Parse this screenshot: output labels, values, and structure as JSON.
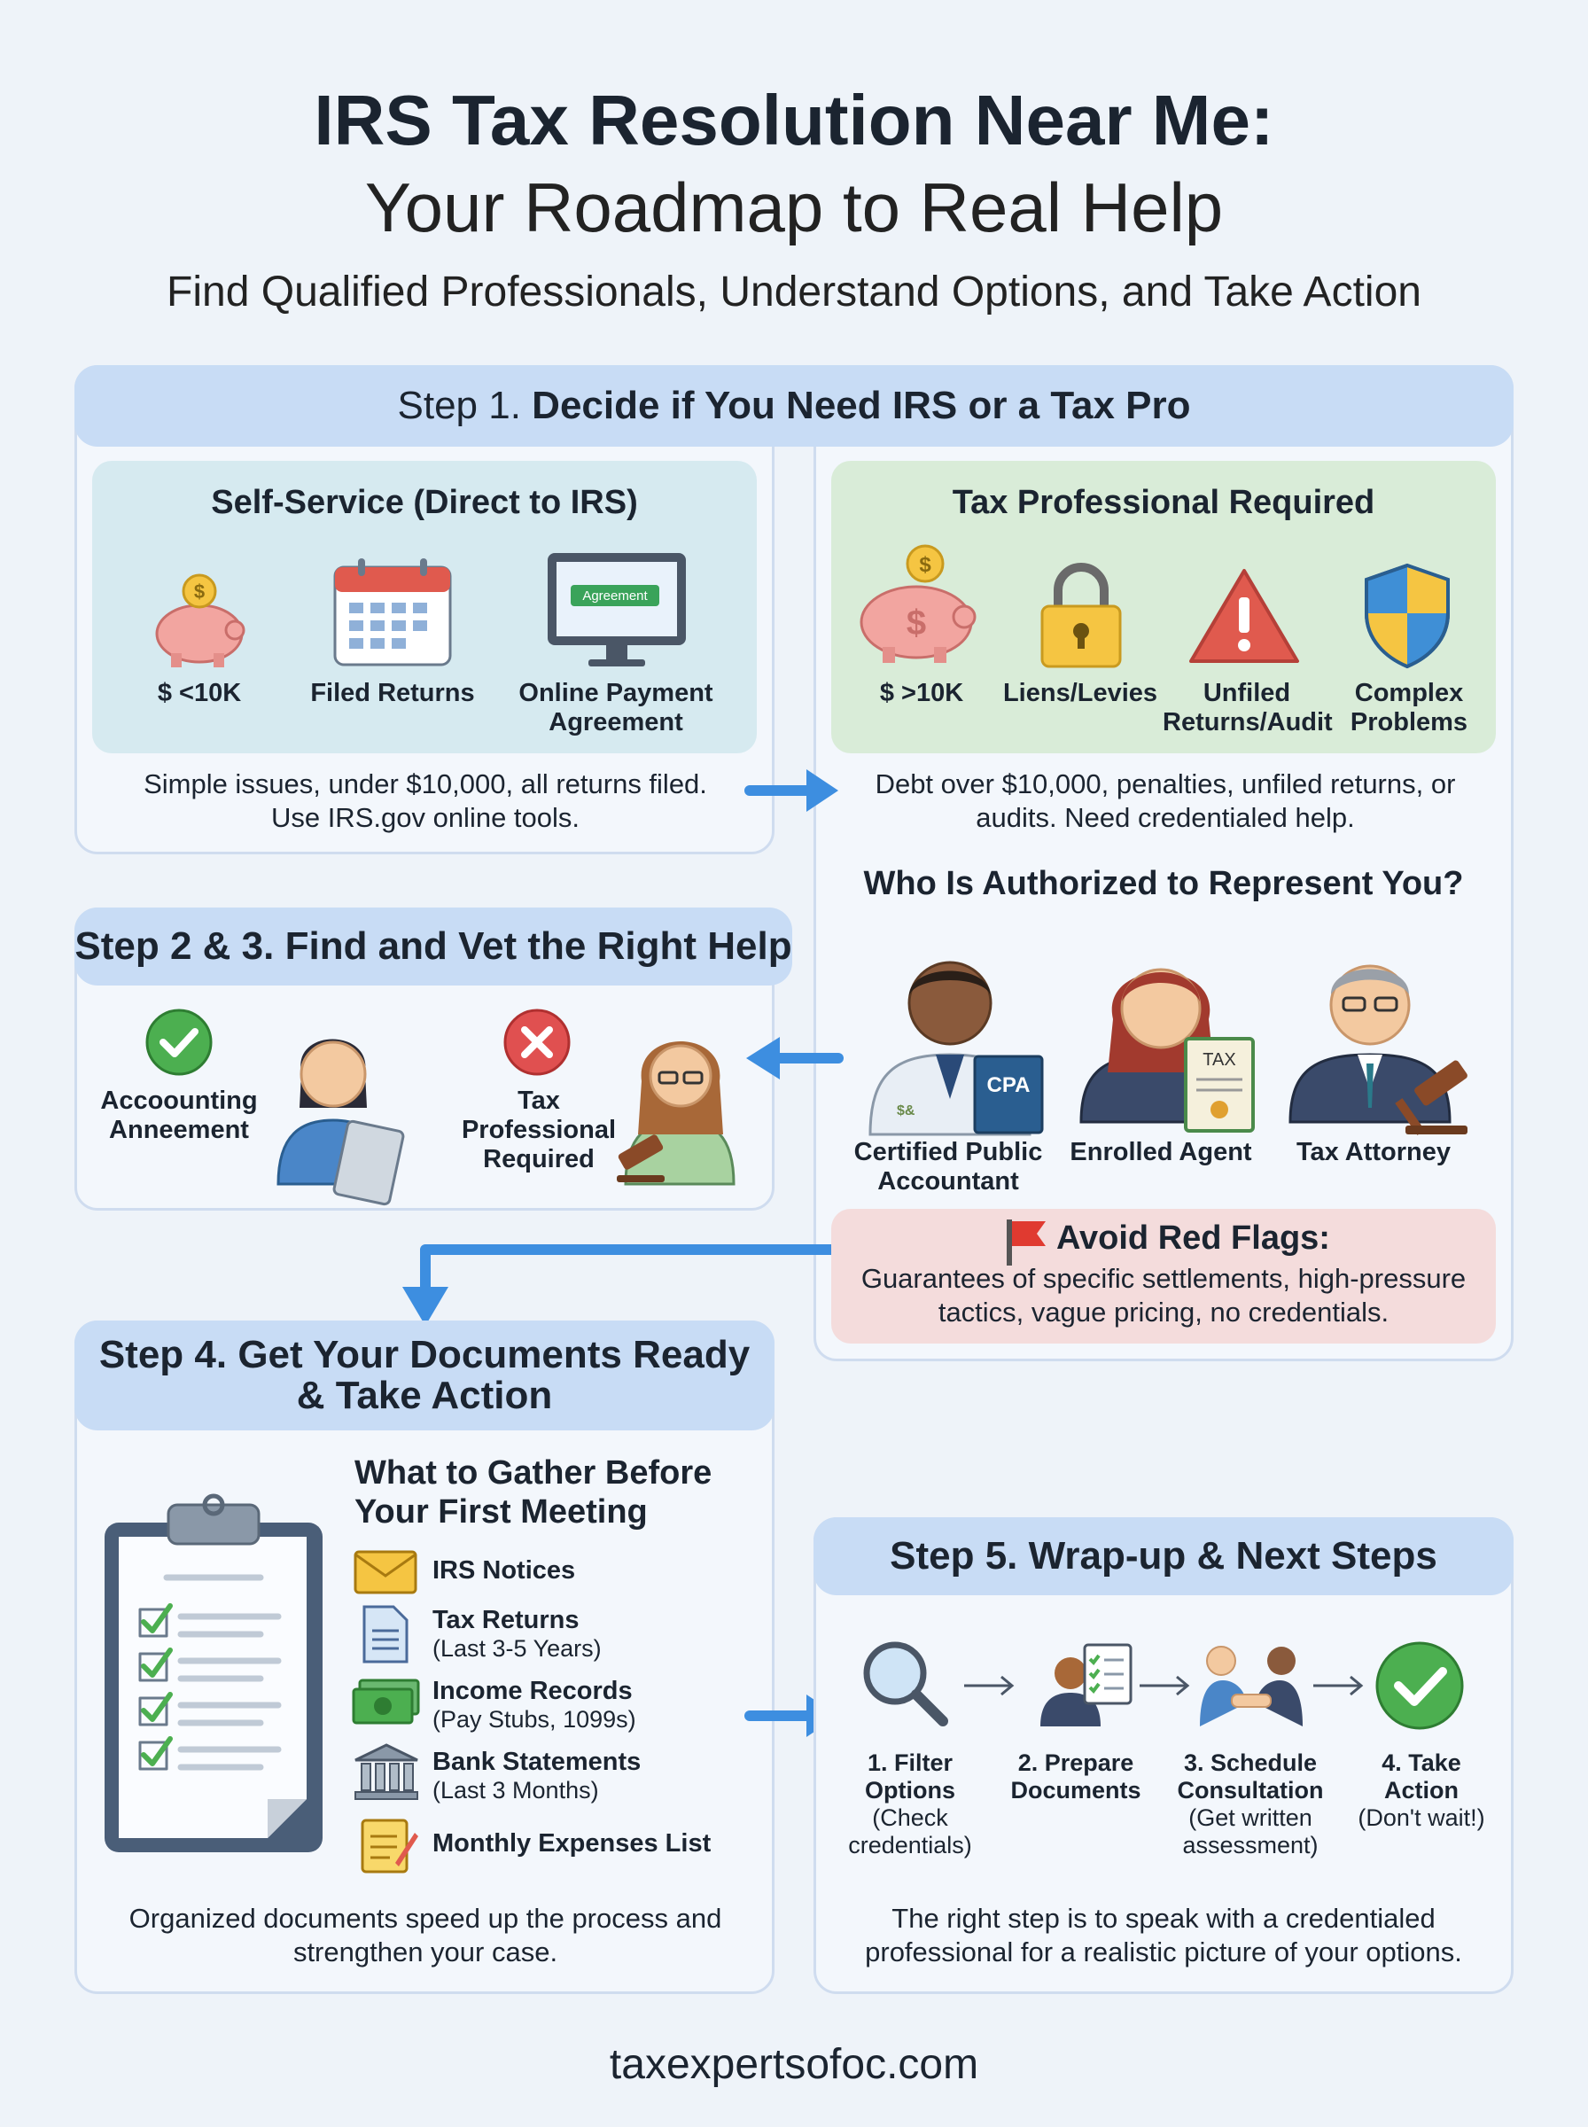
{
  "header": {
    "title": "IRS Tax Resolution Near Me:",
    "subtitle": "Your Roadmap to Real Help",
    "tagline": "Find Qualified Professionals, Understand Options, and Take Action"
  },
  "step1": {
    "prefix": "Step 1.",
    "title": "Decide if You Need IRS or a Tax Pro",
    "self_service": {
      "title": "Self-Service (Direct to IRS)",
      "items": [
        "$ <10K",
        "Filed Returns",
        "Online Payment Agreement"
      ],
      "screen_label": "Agreement",
      "description": "Simple issues, under $10,000, all returns filed. Use IRS.gov online tools."
    },
    "professional": {
      "title": "Tax Professional Required",
      "items": [
        "$ >10K",
        "Liens/Levies",
        "Unfiled Returns/Audit",
        "Complex Problems"
      ],
      "description": "Debt over $10,000, penalties, unfiled returns, or audits. Need credentialed help."
    }
  },
  "authorized": {
    "title": "Who Is Authorized to Represent You?",
    "people": [
      "Certified Public Accountant",
      "Enrolled Agent",
      "Tax Attorney"
    ],
    "book_label": "CPA",
    "cert_label": "TAX",
    "badge_label": "$&"
  },
  "red_flags": {
    "title": "Avoid Red Flags:",
    "text": "Guarantees of specific settlements, high-pressure tactics, vague pricing, no credentials."
  },
  "step23": {
    "title": "Step 2 & 3. Find and Vet the Right Help",
    "items": [
      "Accoounting Anneement",
      "Tax Professional Required"
    ]
  },
  "step4": {
    "title": "Step 4. Get Your Documents Ready & Take Action",
    "gather_title": "What to Gather Before Your First Meeting",
    "documents": [
      {
        "name": "IRS Notices",
        "detail": ""
      },
      {
        "name": "Tax Returns",
        "detail": "(Last 3-5 Years)"
      },
      {
        "name": "Income Records",
        "detail": "(Pay Stubs, 1099s)"
      },
      {
        "name": "Bank Statements",
        "detail": "(Last 3 Months)"
      },
      {
        "name": "Monthly Expenses List",
        "detail": ""
      }
    ],
    "footer": "Organized documents speed up the process and strengthen your case."
  },
  "step5": {
    "title": "Step 5. Wrap-up & Next Steps",
    "steps": [
      {
        "name": "1. Filter Options",
        "detail": "(Check credentials)"
      },
      {
        "name": "2. Prepare Documents",
        "detail": ""
      },
      {
        "name": "3. Schedule Consultation",
        "detail": "(Get written assessment)"
      },
      {
        "name": "4. Take Action",
        "detail": "(Don't wait!)"
      }
    ],
    "footer": "The right step is to speak with a credentialed professional for a realistic picture of your options."
  },
  "footer": {
    "site": "taxexpertsofoc.com"
  },
  "colors": {
    "background": "#eef3f9",
    "band": "#c8dcf5",
    "self_service_bg": "#d6eaf0",
    "professional_bg": "#d9ecd8",
    "red_flag_bg": "#f4dcdc",
    "arrow": "#3d8ee0",
    "check_green": "#4caf50",
    "x_red": "#e05050"
  }
}
